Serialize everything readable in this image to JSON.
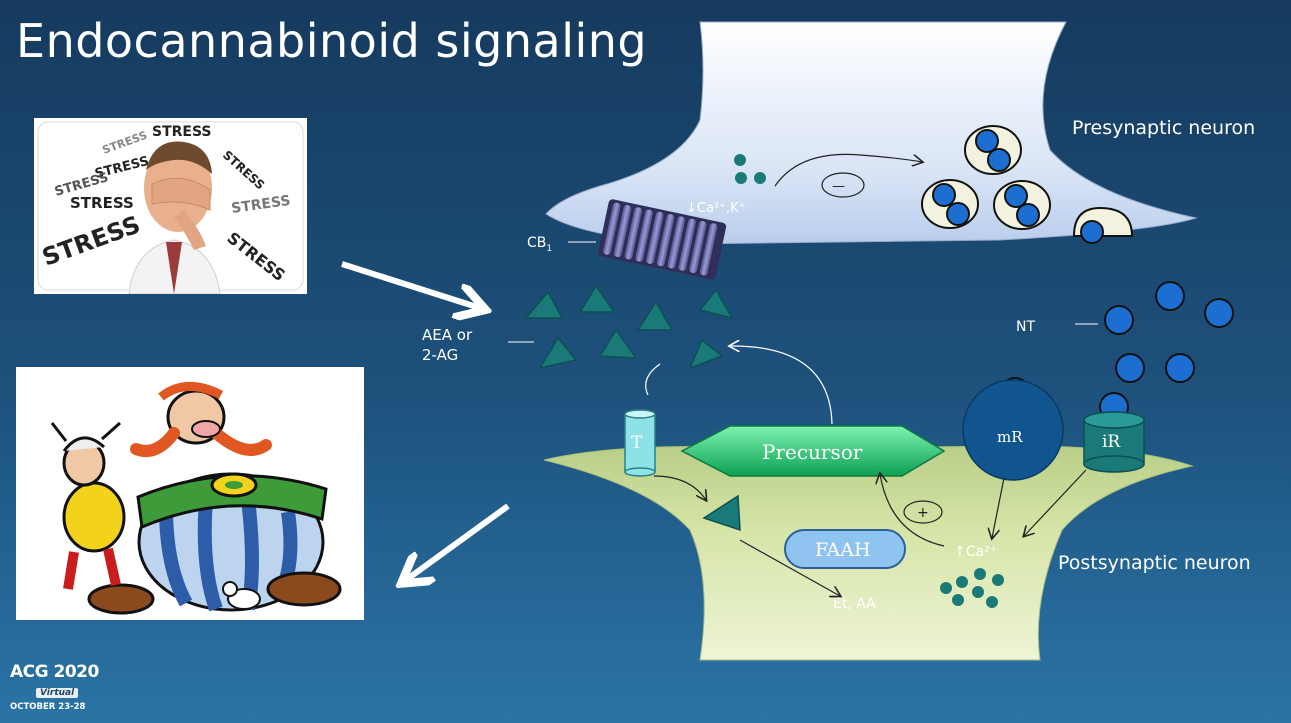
{
  "slide": {
    "title": "Endocannabinoid signaling"
  },
  "labels": {
    "presynaptic": "Presynaptic neuron",
    "postsynaptic": "Postsynaptic neuron",
    "cb1": "CB",
    "cb1_sub": "1",
    "ion_flux": "↓Ca²⁺,K⁺",
    "aea_line1": "AEA or",
    "aea_line2": "2-AG",
    "nt": "NT",
    "transporter": "T",
    "precursor": "Precursor",
    "faah": "FAAH",
    "et_aa": "Et, AA",
    "metabotropic_receptor": "mR",
    "ionotropic_receptor": "iR",
    "calcium_rise": "↑Ca²⁺",
    "inhibit_sign": "—",
    "stimulate_sign": "+"
  },
  "stress_image": {
    "words": [
      "STRESS",
      "STRESS",
      "STRESS",
      "STRESS",
      "STRESS",
      "STRESS",
      "STRESS",
      "STRESS",
      "STRESS"
    ]
  },
  "event": {
    "logo_main": "ACG 2020",
    "logo_virtual": "Virtual",
    "dates": "OCTOBER 23-28"
  },
  "colors": {
    "presynaptic_fill": "#c9d9f2",
    "postsynaptic_fill": "#d2e2a4",
    "ligand_teal": "#1a7a78",
    "nt_blue": "#1c6fd0",
    "precursor_green": "#22c46a",
    "faah_blue": "#8fc4f0"
  }
}
